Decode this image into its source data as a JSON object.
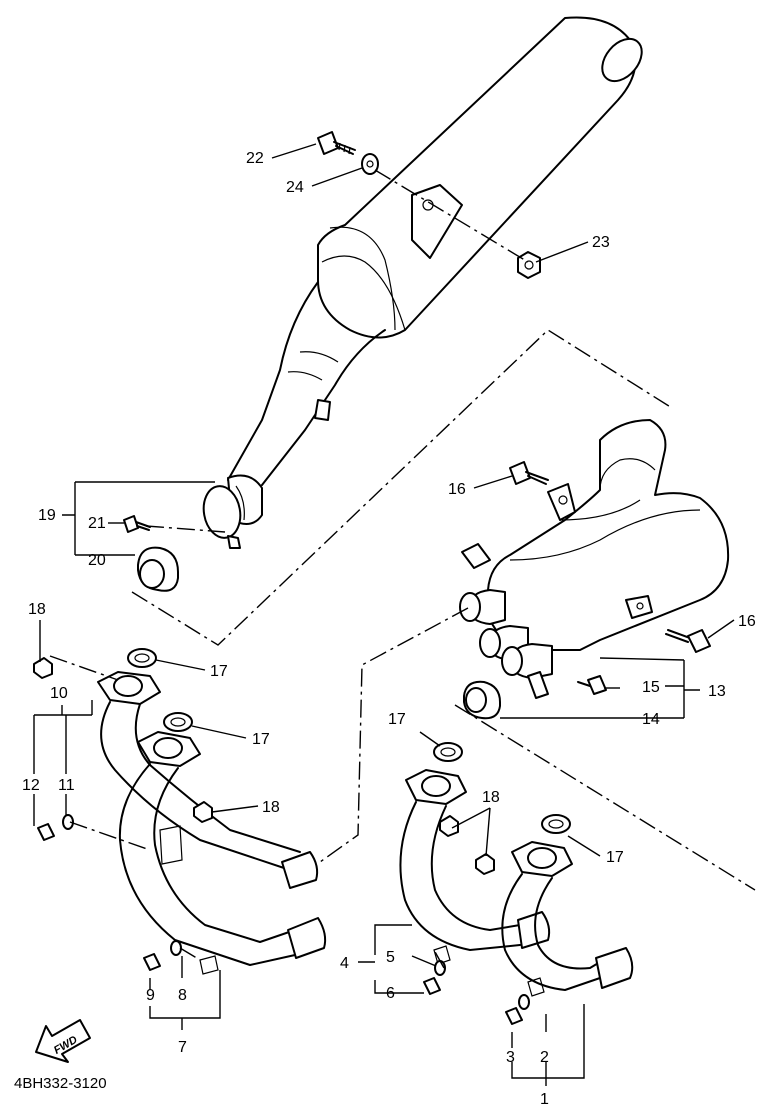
{
  "diagram_code": "4BH332-3120",
  "fwd_label": "FWD",
  "callouts": {
    "c1": "1",
    "c2": "2",
    "c3": "3",
    "c4": "4",
    "c5": "5",
    "c6": "6",
    "c7": "7",
    "c8": "8",
    "c9": "9",
    "c10": "10",
    "c11": "11",
    "c12": "12",
    "c13": "13",
    "c14": "14",
    "c15": "15",
    "c16a": "16",
    "c16b": "16",
    "c17a": "17",
    "c17b": "17",
    "c17c": "17",
    "c17d": "17",
    "c18a": "18",
    "c18b": "18",
    "c18c": "18",
    "c19": "19",
    "c20": "20",
    "c21": "21",
    "c22": "22",
    "c23": "23",
    "c24": "24"
  }
}
